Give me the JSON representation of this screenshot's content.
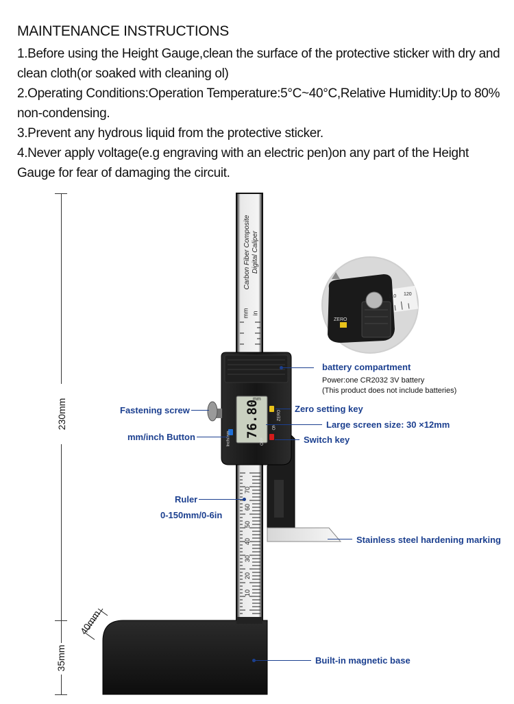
{
  "heading": "MAINTENANCE INSTRUCTIONS",
  "instructions": {
    "item1": "1.Before using the Height Gauge,clean the surface of the protective sticker with dry and clean cloth(or soaked with cleaning ol)",
    "item2": "2.Operating Conditions:Operation Temperature:5°C~40°C,Relative Humidity:Up to 80% non-condensing.",
    "item3": "3.Prevent any hydrous liquid from the protective sticker.",
    "item4": "4.Never apply voltage(e.g engraving with an electric pen)on any part of the Height Gauge for fear of damaging the circuit."
  },
  "dimensions": {
    "height_total": "230mm",
    "base_height": "35mm",
    "base_depth": "40mm"
  },
  "product_text": {
    "beam_line1": "Carbon Fiber Composite",
    "beam_line2": "Digital Caliper",
    "unit_mm": "mm",
    "unit_in": "in",
    "lcd_reading": "76.80",
    "lcd_unit": "mm",
    "btn_zero": "ZERO",
    "btn_inch": "Inch/mm",
    "btn_on": "ON",
    "btn_off": "OFF",
    "inset_zero": "ZERO",
    "inset_110": "110",
    "inset_120": "120"
  },
  "ruler_numbers": [
    "10",
    "20",
    "30",
    "40",
    "50",
    "60",
    "70"
  ],
  "callouts": {
    "battery_title": "battery compartment",
    "battery_line1": "Power:one CR2032 3V battery",
    "battery_line2": "(This product does not include batteries)",
    "fastening_screw": "Fastening screw",
    "zero_key": "Zero setting key",
    "screen_size": "Large screen size: 30 ×12mm",
    "mm_inch_button": "mm/inch Button",
    "switch_key": "Switch key",
    "ruler": "Ruler",
    "ruler_range": "0-150mm/0-6in",
    "stainless": "Stainless steel hardening marking",
    "magnetic_base": "Built-in magnetic base"
  },
  "colors": {
    "callout_blue": "#1b3f8f",
    "body_black": "#1a1a1a",
    "lcd_green": "#c9d0c0",
    "button_yellow": "#e8c21a",
    "button_red": "#d21b1b",
    "button_blue": "#1f6fd6"
  }
}
